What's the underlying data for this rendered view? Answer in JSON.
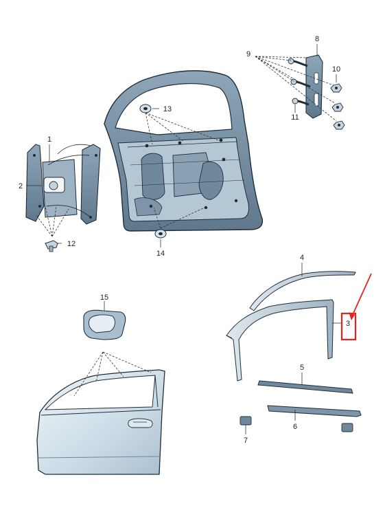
{
  "callouts": {
    "c1": "1",
    "c2": "2",
    "c3": "3",
    "c4": "4",
    "c5": "5",
    "c6": "6",
    "c7": "7",
    "c8": "8",
    "c9": "9",
    "c10": "10",
    "c11": "11",
    "c12": "12",
    "c13": "13",
    "c14": "14",
    "c15": "15"
  },
  "colors": {
    "part_fill": "#c9d8e3",
    "part_fill_light": "#e3ecf2",
    "part_fill_dark": "#7f97aa",
    "part_stroke": "#1f2d38",
    "leader": "#333333",
    "highlight": "#e8221c"
  }
}
